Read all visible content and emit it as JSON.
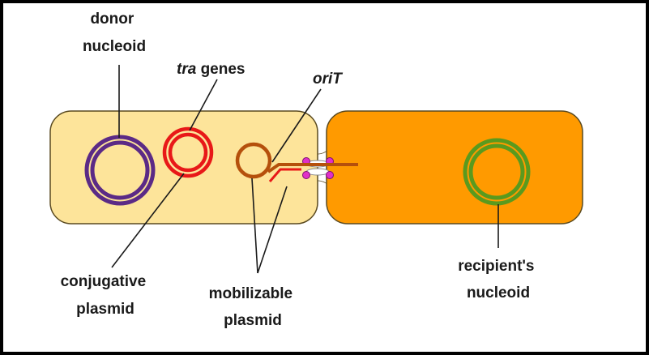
{
  "labels": {
    "donor_nucleoid": [
      "donor",
      "nucleoid"
    ],
    "tra_genes": {
      "italic": "tra",
      "rest": " genes"
    },
    "orit": "oriT",
    "conjugative_plasmid": [
      "conjugative",
      "plasmid"
    ],
    "mobilizable_plasmid": [
      "mobilizable",
      "plasmid"
    ],
    "recipient_nucleoid": [
      "recipient's",
      "nucleoid"
    ]
  },
  "colors": {
    "donor_cell": "#fde49a",
    "recipient_cell": "#ff9a00",
    "cell_outline": "#5a4a20",
    "donor_nucleoid": "#5b2a86",
    "conjugative_plasmid": "#e81818",
    "mobilizable_plasmid": "#b5500c",
    "recipient_nucleoid": "#5a9a1e",
    "pilus_dot": "#e030c8"
  }
}
